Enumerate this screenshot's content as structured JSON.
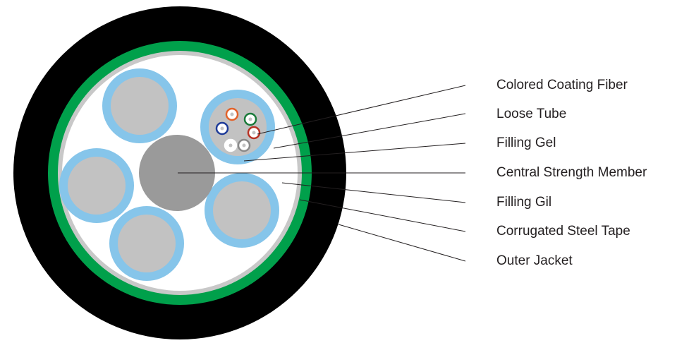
{
  "labels": {
    "colored_coating_fiber": "Colored Coating Fiber",
    "loose_tube": "Loose Tube",
    "filling_gel": "Filling Gel",
    "central_strength_member": "Central Strength Member",
    "filling_gil": "Filling Gil",
    "corrugated_steel_tape": "Corrugated Steel Tape",
    "outer_jacket": "Outer Jacket"
  },
  "colors": {
    "outer_jacket": "#000000",
    "steel_tape": "#00a04b",
    "inner_sheath": "#c8c8c8",
    "filling": "#ffffff",
    "tube_wall": "#86c5ea",
    "tube_core": "#c2c2c2",
    "central_member": "#9a9a9a",
    "fiber_colors": [
      "#e2632b",
      "#1a7a3a",
      "#1f3c99",
      "#b83224",
      "#ffffff",
      "#8a8a8a"
    ],
    "leader_line": "#231f20"
  }
}
